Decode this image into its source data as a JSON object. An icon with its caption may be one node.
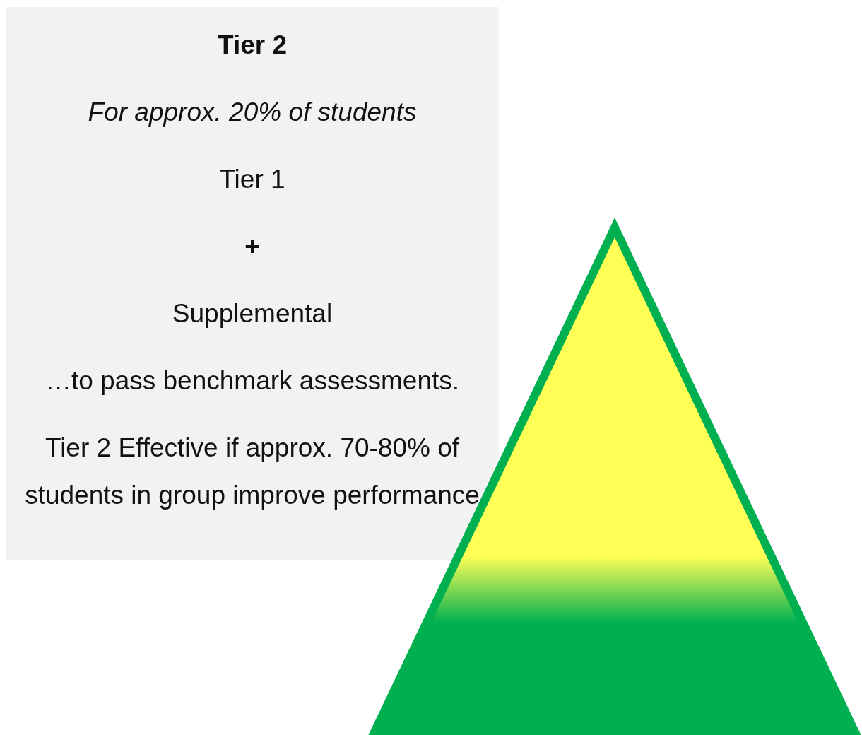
{
  "diagram": {
    "nodes": [
      {
        "text": [
          "Tier 2",
          "For approx. 20% of students",
          "Tier 1",
          "+",
          "Supplemental",
          "…to pass benchmark assessments.",
          "Tier 2 Effective if approx. 70-80% of students in group improve performance"
        ]
      }
    ]
  }
}
